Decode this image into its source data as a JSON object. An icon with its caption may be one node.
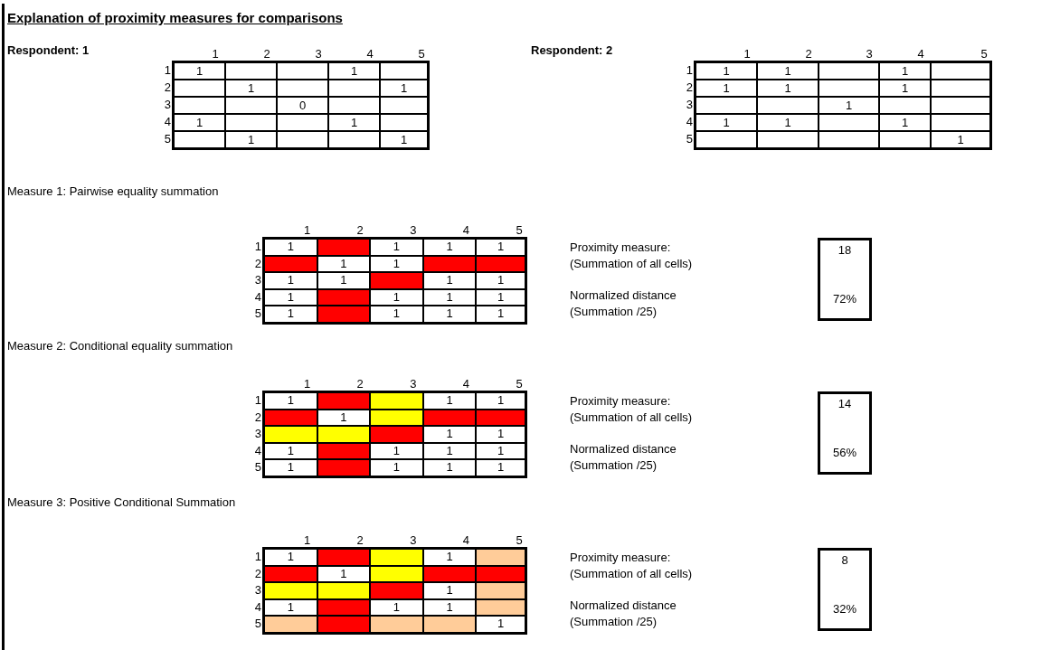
{
  "diagram": {
    "title": "Explanation of proximity measures for comparisons",
    "nodes": [
      {
        "text": [
          "18",
          "72%"
        ]
      },
      {
        "text": [
          "14",
          "56%"
        ]
      },
      {
        "text": [
          "8",
          "32%"
        ]
      }
    ],
    "labels": [
      "Respondent: 1",
      "1",
      "2",
      "3",
      "4",
      "5",
      "1",
      "1",
      "1",
      "2",
      "1",
      "1",
      "3",
      "0",
      "4",
      "1",
      "1",
      "5",
      "1",
      "1",
      "Respondent: 2",
      "1",
      "2",
      "3",
      "4",
      "5",
      "1",
      "1",
      "1",
      "1",
      "2",
      "1",
      "1",
      "1",
      "3",
      "1",
      "4",
      "1",
      "1",
      "1",
      "5",
      "1",
      "Measure 1:  Pairwise equality summation",
      "1",
      "2",
      "3",
      "4",
      "5",
      "1",
      "1",
      "1",
      "1",
      "1",
      "2",
      "1",
      "1",
      "3",
      "1",
      "1",
      "1",
      "1",
      "4",
      "1",
      "1",
      "1",
      "1",
      "5",
      "1",
      "1",
      "1",
      "1",
      "Proximity measure:",
      "(Summation of all cells)",
      "Normalized distance",
      "(Summation /25)",
      "Measure 2:  Conditional equality summation",
      "1",
      "2",
      "3",
      "4",
      "5",
      "1",
      "1",
      "1",
      "1",
      "2",
      "1",
      "3",
      "1",
      "1",
      "4",
      "1",
      "1",
      "1",
      "1",
      "5",
      "1",
      "1",
      "1",
      "1",
      "Proximity measure:",
      "(Summation of all cells)",
      "Normalized distance",
      "(Summation /25)",
      "Measure 3:  Positive Conditional Summation",
      "1",
      "2",
      "3",
      "4",
      "5",
      "1",
      "1",
      "1",
      "2",
      "1",
      "3",
      "1",
      "4",
      "1",
      "1",
      "1",
      "5",
      "1",
      "Proximity measure:",
      "(Summation of all cells)",
      "Normalized distance",
      "(Summation /25)"
    ]
  }
}
